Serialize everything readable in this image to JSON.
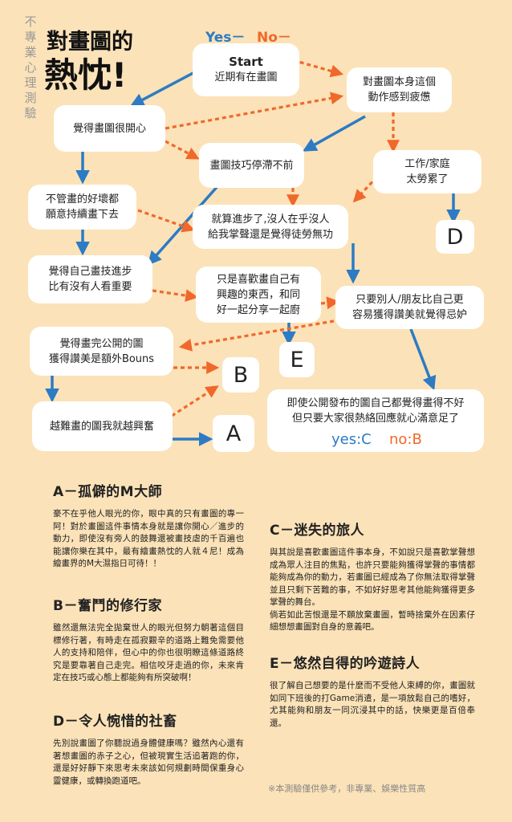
{
  "tag": "不專業心理測驗",
  "title_line1": "對畫圖的",
  "title_line2": "熱忱!",
  "legend": {
    "yes": "Yes－",
    "no": "No－"
  },
  "colors": {
    "yes": "#2c7bc4",
    "no": "#f0682b",
    "background": "#fbe2b8"
  },
  "nodes": {
    "start_title": "Start",
    "start_sub": "近期有在畫圖",
    "tired": "對畫圖本身這個\n動作感到疲憊",
    "happy": "覺得畫圖很開心",
    "stuck": "畫圖技巧停滯不前",
    "work": "工作/家庭\n太勞累了",
    "keep": "不管畫的好壞都\n願意持續畫下去",
    "progress": "就算進步了,沒人在乎沒人\n給我掌聲還是覺得徒勞無功",
    "improve": "覺得自己畫技進步\n比有沒有人看重要",
    "like": "只是喜歡畫自己有\n興趣的東西，和同\n好一起分享一起廚",
    "envy": "只要別人/朋友比自己更\n容易獲得讚美就覺得忌妒",
    "bonus": "覺得畫完公開的圖\n獲得讚美是額外Bouns",
    "harder": "越難畫的圖我就越興奮",
    "public": "即使公開發布的圖自己都覺得畫得不好\n但只要大家很熱絡回應就心滿意足了"
  },
  "results": {
    "a": "A",
    "b": "B",
    "d": "D",
    "e": "E"
  },
  "answers": {
    "yc": "yes:C",
    "nb": "no:B"
  },
  "sections": {
    "a_title": "A－孤僻的M大師",
    "a_body": "豪不在乎他人眼光的你，眼中真的只有畫圖的專一阿！對於畫圖這件事情本身就是讓你開心／進步的動力，即使沒有旁人的鼓舞還被畫技虐的千百遍也能讓你樂在其中，最有繪畫熱忱的人就４尼！成為繪畫界的M大濕指日可待！！",
    "b_title": "B－奮鬥的修行家",
    "b_body": "雖然還無法完全拋棄世人的眼光但努力朝著這個目標修行著，有時走在孤寂艱辛的道路上難免需要他人的支持和陪伴，但心中的你也很明瞭這條道路終究是要靠著自己走完。相信咬牙走過的你，未來肯定在技巧或心態上都能夠有所突破啊！",
    "c_title": "C－迷失的旅人",
    "c_body": "與其說是喜歡畫圖這件事本身，不如說只是喜歡掌聲想成為眾人注目的焦點，也許只要能夠獲得掌聲的事情都能夠成為你的動力，若畫圖已經成為了你無法取得掌聲並且只剩下苦難的事，不如好好思考其他能夠獲得更多掌聲的舞台。\n倘若如此苦恨還是不願放棄畫圖，暫時捨棄外在因素仔細想想畫圖對自身的意義吧。",
    "d_title": "D－令人惋惜的社畜",
    "d_body": "先別說畫圖了你聽說過身體健康嗎？雖然內心還有著想畫圖的赤子之心，但被現實生活追著跑的你，還是好好靜下來思考未來該如何規劃時間保重身心靈健康，或轉換跑道吧。",
    "e_title": "E－悠然自得的吟遊詩人",
    "e_body": "很了解自己想要的是什麼而不受他人束縛的你，畫圖就如同下班後的打Game消遣，是一項放鬆自己的嗜好，尤其能夠和朋友一同沉浸其中的話，快樂更是百倍奉還。"
  },
  "footer": "※本測驗僅供參考，非專業、娛樂性質高"
}
